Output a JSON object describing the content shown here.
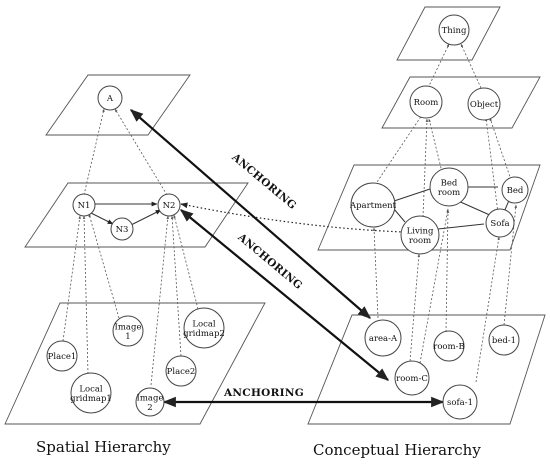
{
  "titles": {
    "spatial": "Spatial Hierarchy",
    "conceptual": "Conceptual Hierarchy"
  },
  "anchoring_label": "ANCHORING",
  "nodes": {
    "A": [
      "A"
    ],
    "N1": [
      "N1"
    ],
    "N2": [
      "N2"
    ],
    "N3": [
      "N3"
    ],
    "Place1": [
      "Place1"
    ],
    "Image1": [
      "Image",
      "1"
    ],
    "LocalGridmap2": [
      "Local",
      "gridmap2"
    ],
    "Place2": [
      "Place2"
    ],
    "LocalGridmap1": [
      "Local",
      "gridmap1"
    ],
    "Image2": [
      "Image",
      "2"
    ],
    "Thing": [
      "Thing"
    ],
    "Room": [
      "Room"
    ],
    "Object": [
      "Object"
    ],
    "Apartment": [
      "Apartment"
    ],
    "Bedroom": [
      "Bed",
      "room"
    ],
    "Bed": [
      "Bed"
    ],
    "LivingRoom": [
      "Living",
      "room"
    ],
    "Sofa": [
      "Sofa"
    ],
    "areaA": [
      "area-A"
    ],
    "roomB": [
      "room-B"
    ],
    "bed1": [
      "bed-1"
    ],
    "roomC": [
      "room-C"
    ],
    "sofa1": [
      "sofa-1"
    ]
  }
}
